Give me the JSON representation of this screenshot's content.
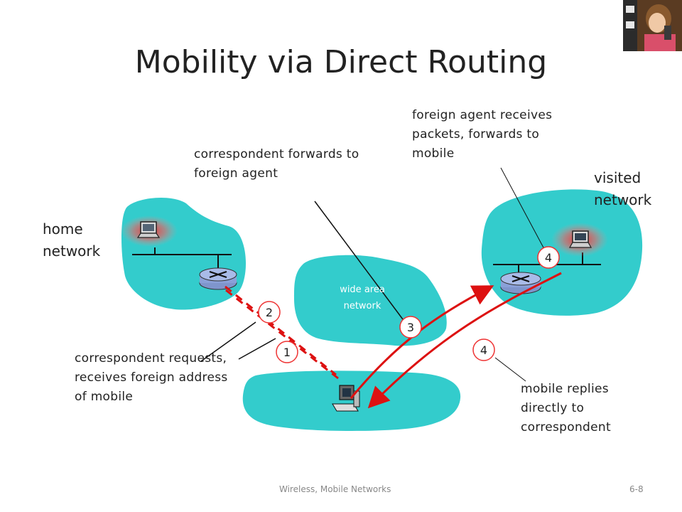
{
  "title": "Mobility via Direct Routing",
  "labels": {
    "home_network_1": "home",
    "home_network_2": "network",
    "visited_network_1": "visited",
    "visited_network_2": "network",
    "wan_1": "wide area",
    "wan_2": "network",
    "corr_forwards_1": "correspondent forwards to",
    "corr_forwards_2": "foreign agent",
    "fa_receives_1": "foreign agent receives",
    "fa_receives_2": "packets, forwards to",
    "fa_receives_3": "mobile",
    "corr_requests_1": "correspondent requests,",
    "corr_requests_2": "receives foreign address",
    "corr_requests_3": "of mobile",
    "mobile_replies_1": "mobile replies",
    "mobile_replies_2": "directly to",
    "mobile_replies_3": "correspondent"
  },
  "steps": {
    "s1": "1",
    "s2": "2",
    "s3": "3",
    "s4_top": "4",
    "s4_bottom": "4"
  },
  "footer": {
    "center": "Wireless, Mobile Networks",
    "right": "6-8"
  },
  "colors": {
    "network_fill": "#33cccc",
    "arrow_red": "#dd1111",
    "circle_stroke": "#ee3333",
    "router_fill": "#8aa0d8"
  },
  "icons": [
    "laptop-icon",
    "router-icon",
    "desktop-computer-icon",
    "photo-thumbnail"
  ]
}
